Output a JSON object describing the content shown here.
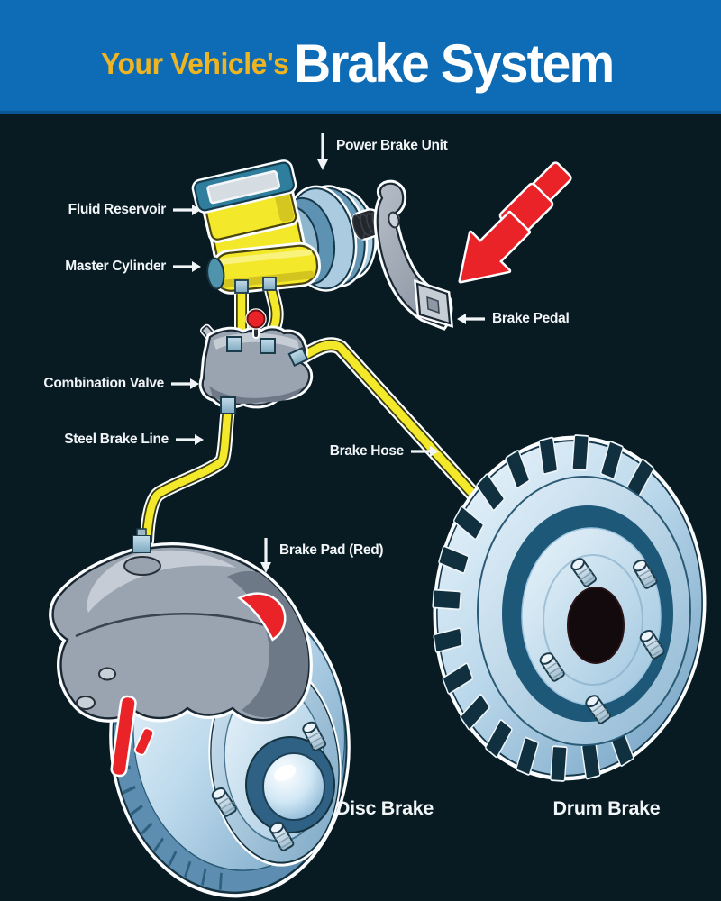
{
  "header": {
    "pretitle": "Your Vehicle's",
    "title": "Brake System"
  },
  "labels": {
    "power_brake_unit": "Power Brake Unit",
    "fluid_reservoir": "Fluid Reservoir",
    "master_cylinder": "Master Cylinder",
    "brake_pedal": "Brake Pedal",
    "combination_valve": "Combination Valve",
    "steel_brake_line": "Steel Brake Line",
    "brake_hose": "Brake Hose",
    "brake_pad": "Brake Pad (Red)",
    "disc_brake": "Disc Brake",
    "drum_brake": "Drum Brake"
  },
  "palette": {
    "header-bg": "#0d6cb5",
    "page-bg": "#081b23",
    "pretitle-color": "#eeb421",
    "title-color": "#ffffff",
    "label-color": "#f1f5f7",
    "accent-yellow": "#f3e829",
    "accent-red": "#ea2329"
  }
}
